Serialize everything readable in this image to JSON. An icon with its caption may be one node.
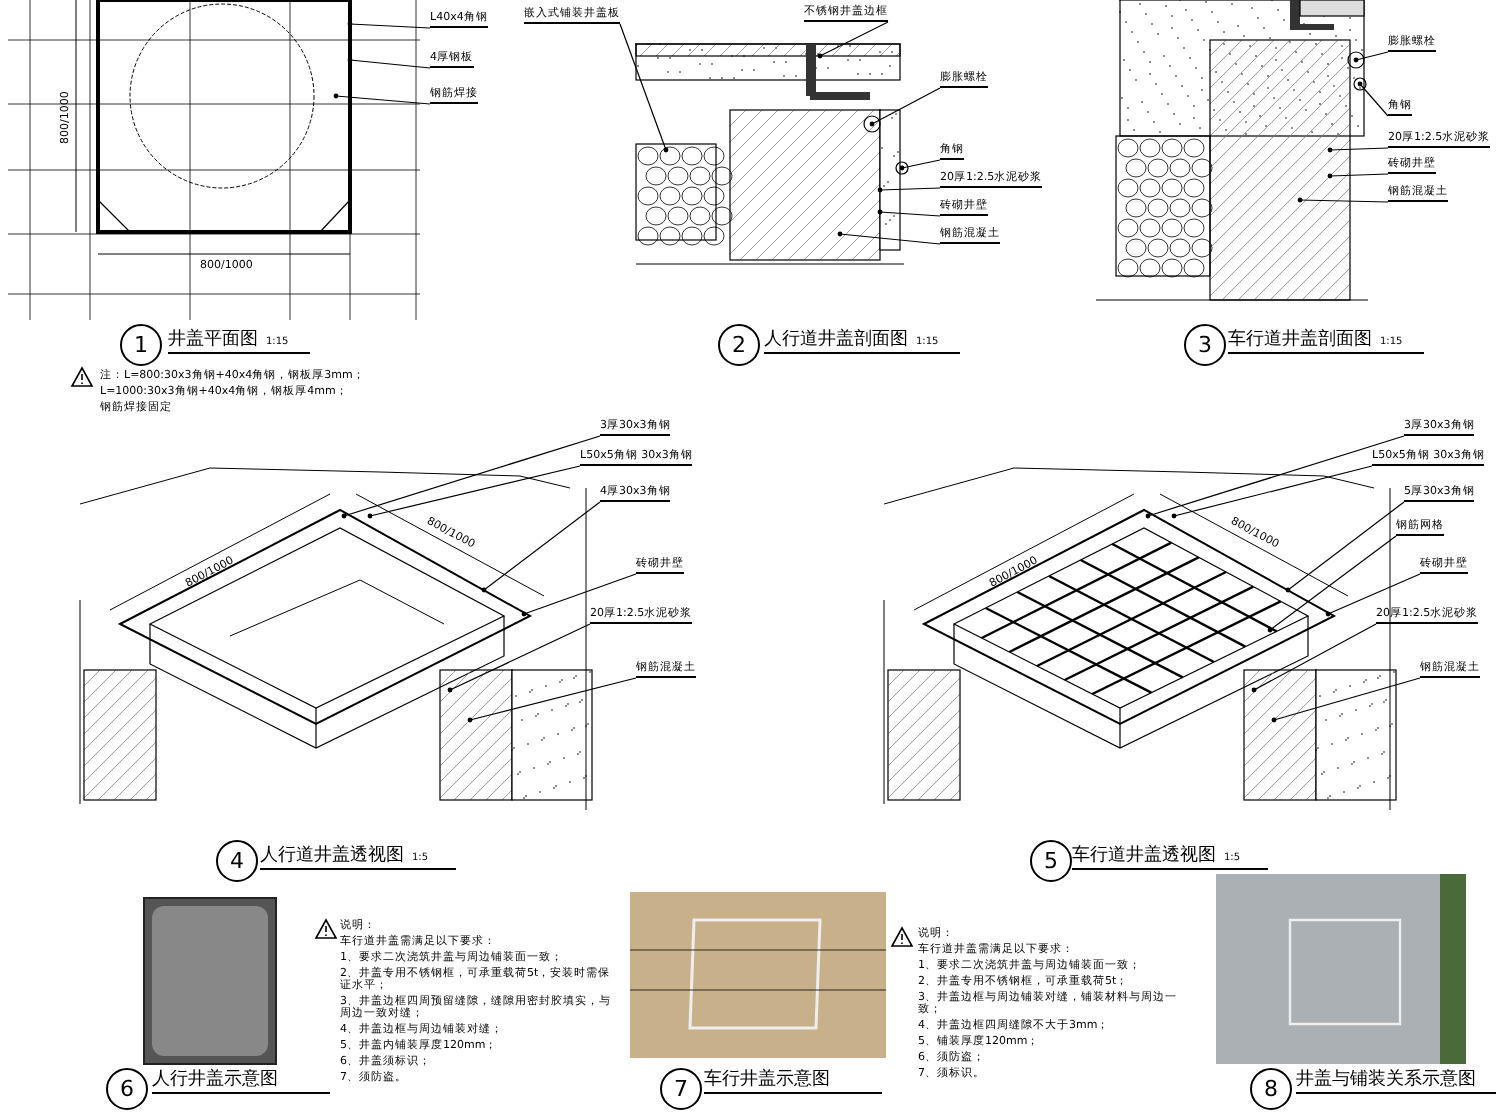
{
  "diagram": {
    "nodes": [
      {
        "text": [
          "嵌入式铺装井盖板"
        ]
      },
      {
        "text": [
          "不锈钢井盖边框"
        ]
      },
      {
        "text": [
          "膨胀螺栓"
        ]
      },
      {
        "text": [
          "角钢"
        ]
      },
      {
        "text": [
          "20厚1:2.5水泥砂浆"
        ]
      },
      {
        "text": [
          "砖砌井壁"
        ]
      },
      {
        "text": [
          "钢筋混凝土"
        ]
      },
      {
        "text": [
          "膨胀螺栓"
        ]
      },
      {
        "text": [
          "角钢"
        ]
      },
      {
        "text": [
          "20厚1:2.5水泥砂浆"
        ]
      },
      {
        "text": [
          "砖砌井壁"
        ]
      },
      {
        "text": [
          "钢筋混凝土"
        ]
      },
      {
        "text": [
          "L40x4角钢"
        ]
      },
      {
        "text": [
          "4厚钢板"
        ]
      },
      {
        "text": [
          "钢筋焊接"
        ]
      },
      {
        "text": [
          "3厚30x3角钢"
        ]
      },
      {
        "text": [
          "L50x5角钢 30x3角钢"
        ]
      },
      {
        "text": [
          "4厚30x3角钢"
        ]
      },
      {
        "text": [
          "砖砌井壁"
        ]
      },
      {
        "text": [
          "20厚1:2.5水泥砂浆"
        ]
      },
      {
        "text": [
          "钢筋混凝土"
        ]
      },
      {
        "text": [
          "3厚30x3角钢"
        ]
      },
      {
        "text": [
          "L50x5角钢 30x3角钢"
        ]
      },
      {
        "text": [
          "5厚30x3角钢"
        ]
      },
      {
        "text": [
          "钢筋网格"
        ]
      },
      {
        "text": [
          "砖砌井壁"
        ]
      },
      {
        "text": [
          "20厚1:2.5水泥砂浆"
        ]
      },
      {
        "text": [
          "钢筋混凝土"
        ]
      }
    ],
    "edges": [
      {
        "from": 0,
        "to": null,
        "arrow": "other"
      },
      {
        "from": 1,
        "to": null,
        "arrow": "other"
      },
      {
        "from": 2,
        "to": null,
        "arrow": "other"
      },
      {
        "from": 3,
        "to": null,
        "arrow": "other"
      },
      {
        "from": 4,
        "to": null,
        "arrow": "other"
      },
      {
        "from": 5,
        "to": null,
        "arrow": "other"
      },
      {
        "from": 6,
        "to": null,
        "arrow": "other"
      },
      {
        "from": 7,
        "to": null,
        "arrow": "other"
      },
      {
        "from": 8,
        "to": null,
        "arrow": "other"
      },
      {
        "from": 9,
        "to": null,
        "arrow": "other"
      },
      {
        "from": 10,
        "to": null,
        "arrow": "other"
      },
      {
        "from": 11,
        "to": null,
        "arrow": "other"
      },
      {
        "from": 12,
        "to": null,
        "arrow": "other"
      },
      {
        "from": 13,
        "to": null,
        "arrow": "other"
      },
      {
        "from": 14,
        "to": null,
        "arrow": "other"
      },
      {
        "from": 15,
        "to": null,
        "arrow": "other"
      },
      {
        "from": 16,
        "to": null,
        "arrow": "other"
      },
      {
        "from": 17,
        "to": null,
        "arrow": "other"
      },
      {
        "from": 18,
        "to": null,
        "arrow": "other"
      },
      {
        "from": 19,
        "to": null,
        "arrow": "other"
      },
      {
        "from": 20,
        "to": null,
        "arrow": "other"
      },
      {
        "from": 21,
        "to": null,
        "arrow": "other"
      },
      {
        "from": 22,
        "to": null,
        "arrow": "other"
      },
      {
        "from": 23,
        "to": null,
        "arrow": "other"
      },
      {
        "from": 24,
        "to": null,
        "arrow": "other"
      },
      {
        "from": 25,
        "to": null,
        "arrow": "other"
      },
      {
        "from": 26,
        "to": null,
        "arrow": "other"
      },
      {
        "from": 27,
        "to": null,
        "arrow": "other"
      }
    ],
    "labels": [
      "800/1000",
      "800/1000",
      "1",
      "井盖平面图",
      "1:15",
      "注：L=800:30x3角钢+40x4角钢，钢板厚3mm；",
      "L=1000:30x3角钢+40x4角钢，钢板厚4mm；",
      "钢筋焊接固定",
      "2",
      "人行道井盖剖面图",
      "1:15",
      "3",
      "车行道井盖剖面图",
      "1:15",
      "800/1000",
      "800/1000",
      "4",
      "人行道井盖透视图",
      "1:5",
      "800/1000",
      "800/1000",
      "5",
      "车行道井盖透视图",
      "1:5",
      "6",
      "人行井盖示意图",
      "说明：",
      "车行道井盖需满足以下要求：",
      "1、要求二次浇筑井盖与周边铺装面一致；",
      "2、井盖专用不锈钢框，可承重载荷5t，安装时需保证水平；",
      "3、井盖边框四周预留缝隙，缝隙用密封胶填实，与周边一致对缝；",
      "4、井盖边框与周边铺装对缝；",
      "5、井盖内铺装厚度120mm；",
      "6、井盖须标识；",
      "7、须防盗。",
      "7",
      "车行井盖示意图",
      "说明：",
      "车行道井盖需满足以下要求：",
      "1、要求二次浇筑井盖与周边铺装面一致；",
      "2、井盖专用不锈钢框，可承重载荷5t；",
      "3、井盖边框与周边铺装对缝，铺装材料与周边一致；",
      "4、井盖边框四周缝隙不大于3mm；",
      "5、铺装厚度120mm；",
      "6、须防盗；",
      "7、须标识。",
      "8",
      "井盖与铺装关系示意图"
    ]
  }
}
